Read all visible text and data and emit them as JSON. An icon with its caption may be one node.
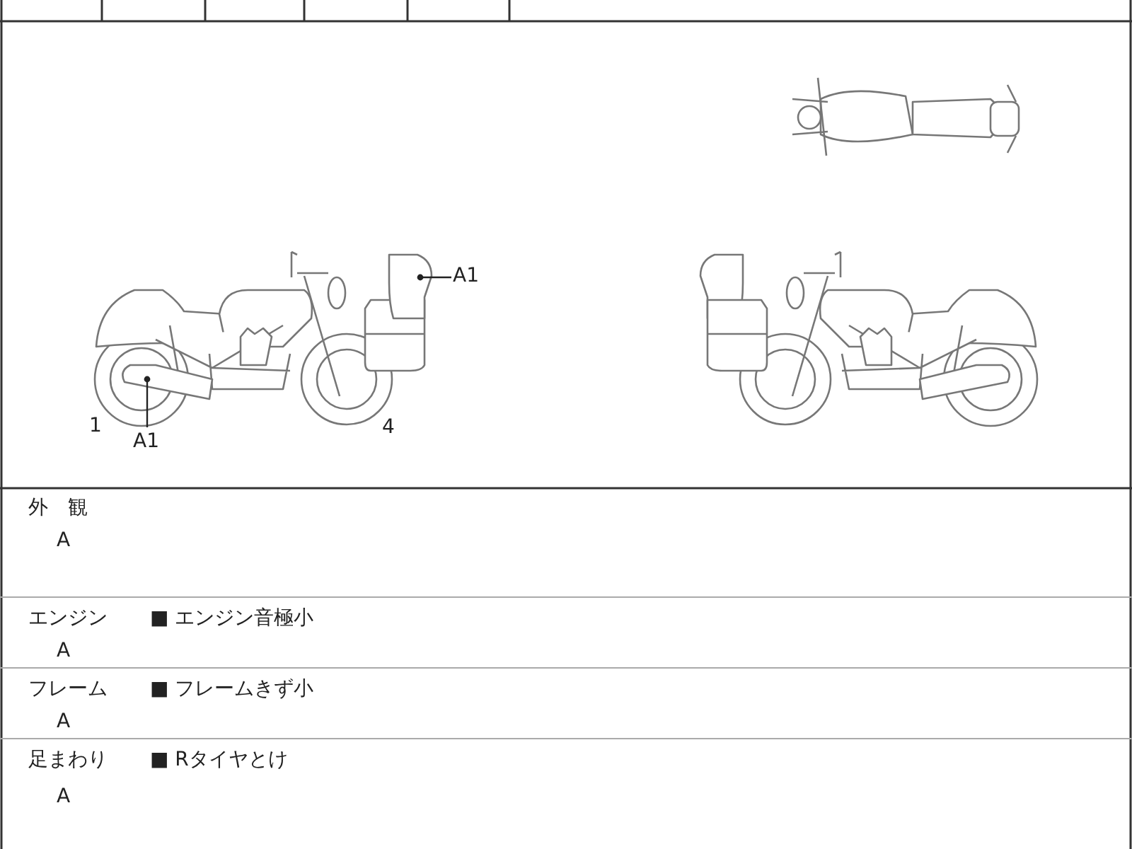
{
  "diagram": {
    "nodes": [
      {
        "text": [
          "A1"
        ]
      },
      {
        "text": [],
        "shape": "box"
      },
      {
        "text": [
          "A1"
        ]
      },
      {
        "text": [],
        "shape": "bar"
      }
    ],
    "edges": [
      {
        "from": 0,
        "to": 1,
        "arrow": "other"
      },
      {
        "from": 2,
        "to": 3,
        "arrow": "other"
      }
    ],
    "labels": [
      "1",
      "4",
      "外　観",
      "A",
      "エンジン",
      "■ エンジン音極小",
      "A",
      "フレーム",
      "■ フレームきず小",
      "A",
      "足まわり",
      "■ Rタイヤとけ",
      "A"
    ]
  }
}
